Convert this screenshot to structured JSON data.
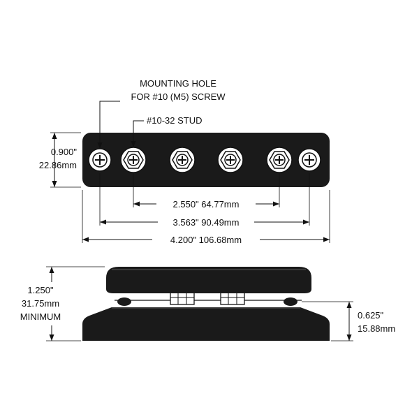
{
  "labels": {
    "mounting_hole_line1": "MOUNTING HOLE",
    "mounting_hole_line2": "FOR #10 (M5) SCREW",
    "stud": "#10-32 STUD",
    "height_in": "0.900\"",
    "height_mm": "22.86mm",
    "stud_span": "2.550\"  64.77mm",
    "hole_span": "3.563\"  90.49mm",
    "overall_length": "4.200\"  106.68mm",
    "total_height_in": "1.250\"",
    "total_height_mm": "31.75mm",
    "total_height_note": "MINIMUM",
    "base_height_in": "0.625\"",
    "base_height_mm": "15.88mm"
  },
  "colors": {
    "ink": "#111111",
    "body": "#1a1a1a",
    "background": "#ffffff"
  }
}
